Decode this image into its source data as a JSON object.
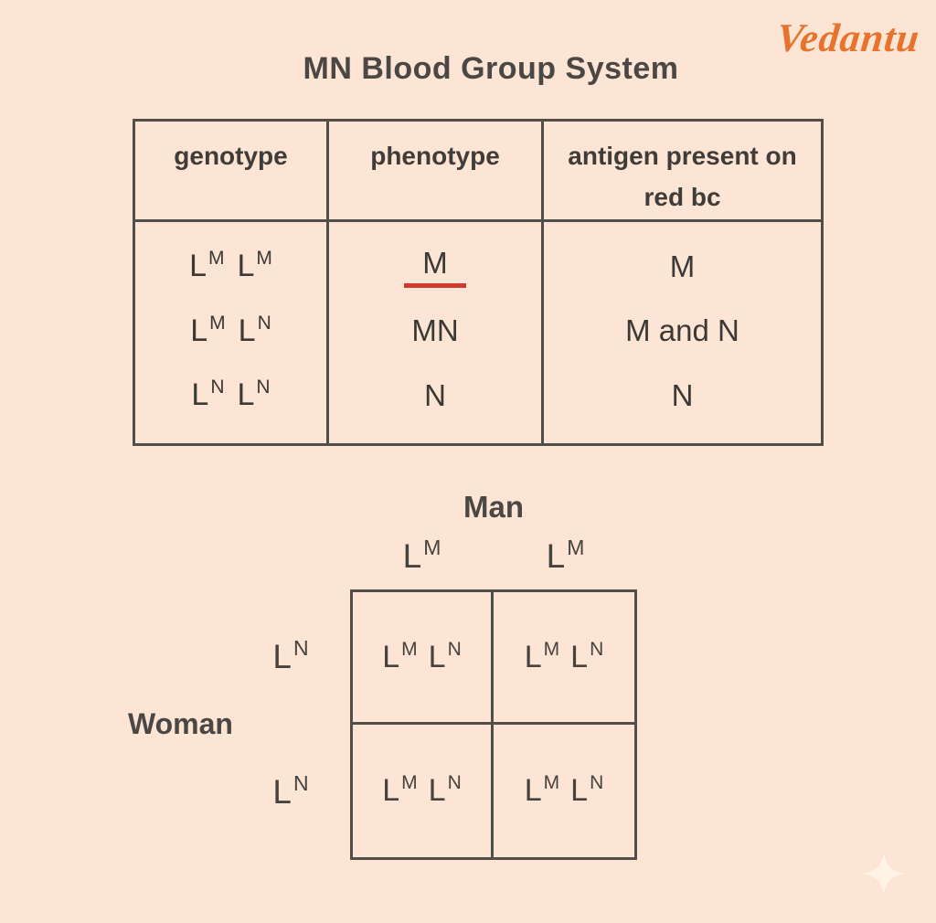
{
  "colors": {
    "background": "#fce5d4",
    "text": "#45423f",
    "table_border": "#524e49",
    "underline_red": "#cf392e",
    "brand_orange": "#e8732c"
  },
  "header": {
    "title": "MN Blood Group System",
    "brand": "Vedantu"
  },
  "table": {
    "col_headers": [
      "genotype",
      "phenotype",
      "antigen present on red bc"
    ],
    "rows": [
      {
        "genotype": {
          "a1_base": "L",
          "a1_sup": "M",
          "a2_base": "L",
          "a2_sup": "M"
        },
        "phenotype": "M",
        "antigen": "M"
      },
      {
        "genotype": {
          "a1_base": "L",
          "a1_sup": "M",
          "a2_base": "L",
          "a2_sup": "N"
        },
        "phenotype": "MN",
        "antigen": "M and N"
      },
      {
        "genotype": {
          "a1_base": "L",
          "a1_sup": "N",
          "a2_base": "L",
          "a2_sup": "N"
        },
        "phenotype": "N",
        "antigen": "N"
      }
    ]
  },
  "punnett": {
    "man_label": "Man",
    "woman_label": "Woman",
    "col_headers": [
      {
        "base": "L",
        "sup": "M"
      },
      {
        "base": "L",
        "sup": "M"
      }
    ],
    "row_headers": [
      {
        "base": "L",
        "sup": "N"
      },
      {
        "base": "L",
        "sup": "N"
      }
    ],
    "cells": [
      {
        "a1_base": "L",
        "a1_sup": "M",
        "a2_base": "L",
        "a2_sup": "N"
      },
      {
        "a1_base": "L",
        "a1_sup": "M",
        "a2_base": "L",
        "a2_sup": "N"
      },
      {
        "a1_base": "L",
        "a1_sup": "M",
        "a2_base": "L",
        "a2_sup": "N"
      },
      {
        "a1_base": "L",
        "a1_sup": "M",
        "a2_base": "L",
        "a2_sup": "N"
      }
    ]
  },
  "decor": {
    "sparkle_icon": "four-point-star"
  }
}
